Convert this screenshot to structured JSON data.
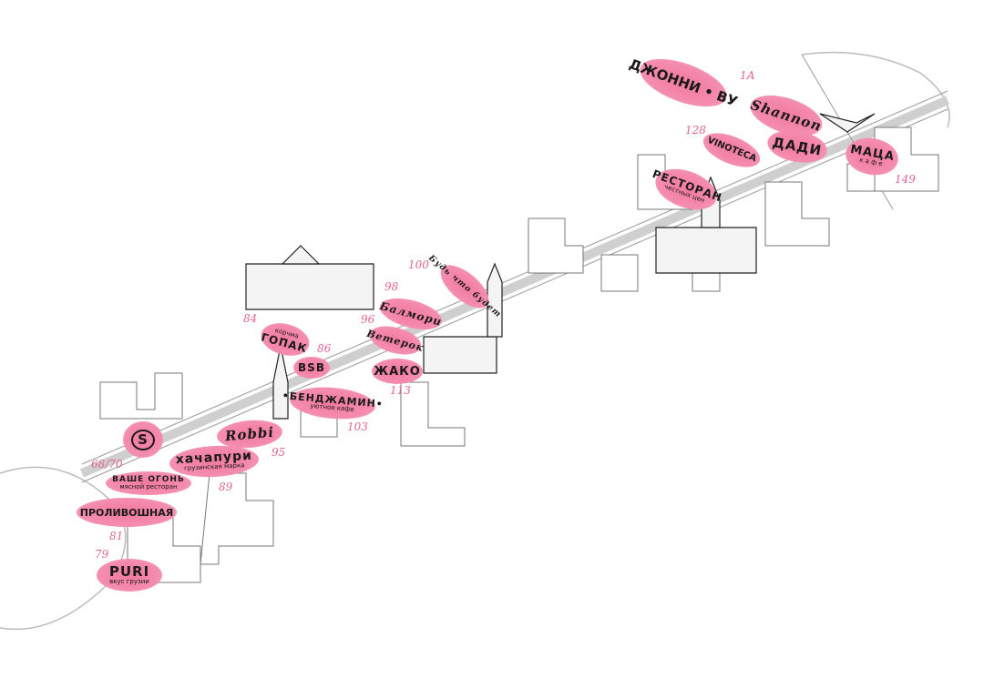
{
  "venues": [
    {
      "name": "ДЖОННИ • ВУ",
      "number": "1А"
    },
    {
      "name": "Shannon"
    },
    {
      "name": "ДАДИ"
    },
    {
      "name": "VINOTECA",
      "number": "128"
    },
    {
      "name": "РЕСТОРАН",
      "subtitle": "честных цен"
    },
    {
      "name": "МАЦА",
      "subtitle": "к а ф е",
      "number": "149"
    },
    {
      "name": "Будь что будет",
      "number": "100"
    },
    {
      "name": "Балмори",
      "number": "98"
    },
    {
      "name": "Ветерок",
      "number": "96"
    },
    {
      "name": "ЖАКО",
      "number": "113"
    },
    {
      "name": "ГОПАК",
      "subtitle": "корчма",
      "number": "84"
    },
    {
      "name": "BSB",
      "number": "86"
    },
    {
      "name": "•БЕНДЖАМИН•",
      "subtitle": "уютное кафе",
      "number": "103"
    },
    {
      "name": "Robbi",
      "number": "95"
    },
    {
      "name": "S",
      "number": "68/70"
    },
    {
      "name": "хачапури",
      "subtitle": "грузинская марка",
      "number": "89"
    },
    {
      "name": "ВАШЕ ОГОНЬ",
      "subtitle": "мясной ресторан"
    },
    {
      "name": "ПРОЛИВОШНАЯ",
      "number": "81"
    },
    {
      "name": "PURI",
      "subtitle": "вкус грузии",
      "number": "79"
    }
  ],
  "colors": {
    "pin": "#f48bae",
    "number": "#e0668d",
    "ink": "#1a1a1a"
  }
}
